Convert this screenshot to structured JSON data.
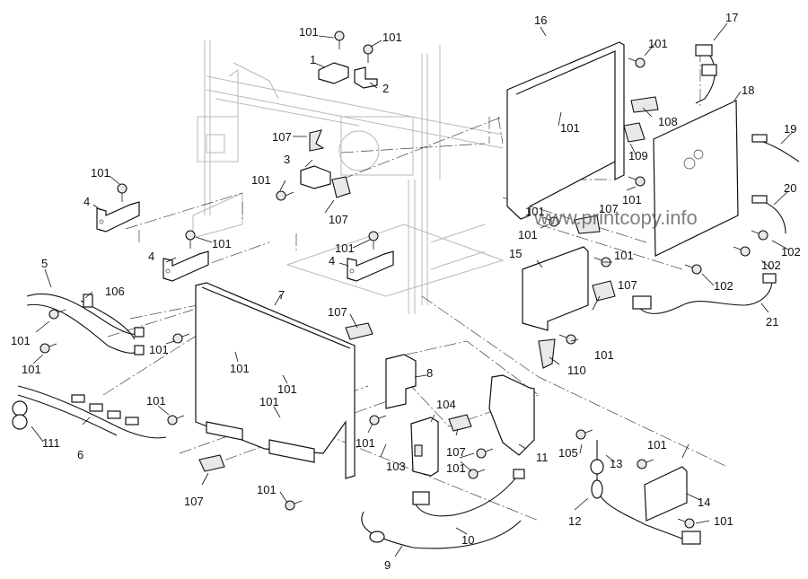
{
  "diagram": {
    "title": "Electrical components exploded parts view",
    "watermark": "www.printcopy.info",
    "callouts": [
      {
        "id": "c1",
        "text": "1"
      },
      {
        "id": "c2",
        "text": "2"
      },
      {
        "id": "c3",
        "text": "3"
      },
      {
        "id": "c4a",
        "text": "4"
      },
      {
        "id": "c4b",
        "text": "4"
      },
      {
        "id": "c4c",
        "text": "4"
      },
      {
        "id": "c5",
        "text": "5"
      },
      {
        "id": "c6",
        "text": "6"
      },
      {
        "id": "c7",
        "text": "7"
      },
      {
        "id": "c8",
        "text": "8"
      },
      {
        "id": "c9",
        "text": "9"
      },
      {
        "id": "c10",
        "text": "10"
      },
      {
        "id": "c11",
        "text": "11"
      },
      {
        "id": "c12",
        "text": "12"
      },
      {
        "id": "c13",
        "text": "13"
      },
      {
        "id": "c14",
        "text": "14"
      },
      {
        "id": "c15",
        "text": "15"
      },
      {
        "id": "c16",
        "text": "16"
      },
      {
        "id": "c17",
        "text": "17"
      },
      {
        "id": "c18",
        "text": "18"
      },
      {
        "id": "c19",
        "text": "19"
      },
      {
        "id": "c20",
        "text": "20"
      },
      {
        "id": "c21",
        "text": "21"
      },
      {
        "id": "s101a",
        "text": "101"
      },
      {
        "id": "s101b",
        "text": "101"
      },
      {
        "id": "s101c",
        "text": "101"
      },
      {
        "id": "s101d",
        "text": "101"
      },
      {
        "id": "s101e",
        "text": "101"
      },
      {
        "id": "s101f",
        "text": "101"
      },
      {
        "id": "s101g",
        "text": "101"
      },
      {
        "id": "s101h",
        "text": "101"
      },
      {
        "id": "s101i",
        "text": "101"
      },
      {
        "id": "s101j",
        "text": "101"
      },
      {
        "id": "s101k",
        "text": "101"
      },
      {
        "id": "s101l",
        "text": "101"
      },
      {
        "id": "s101m",
        "text": "101"
      },
      {
        "id": "s101n",
        "text": "101"
      },
      {
        "id": "s101o",
        "text": "101"
      },
      {
        "id": "s101p",
        "text": "101"
      },
      {
        "id": "s101q",
        "text": "101"
      },
      {
        "id": "s101r",
        "text": "101"
      },
      {
        "id": "s101s",
        "text": "101"
      },
      {
        "id": "s101t",
        "text": "101"
      },
      {
        "id": "s101u",
        "text": "101"
      },
      {
        "id": "s101v",
        "text": "101"
      },
      {
        "id": "s101w",
        "text": "101"
      },
      {
        "id": "s101x",
        "text": "101"
      },
      {
        "id": "s101y",
        "text": "101"
      },
      {
        "id": "s101z",
        "text": "101"
      },
      {
        "id": "s101aa",
        "text": "101"
      },
      {
        "id": "s102a",
        "text": "102"
      },
      {
        "id": "s102b",
        "text": "102"
      },
      {
        "id": "s102c",
        "text": "102"
      },
      {
        "id": "s103",
        "text": "103"
      },
      {
        "id": "s104",
        "text": "104"
      },
      {
        "id": "s105",
        "text": "105"
      },
      {
        "id": "s106",
        "text": "106"
      },
      {
        "id": "s107a",
        "text": "107"
      },
      {
        "id": "s107b",
        "text": "107"
      },
      {
        "id": "s107c",
        "text": "107"
      },
      {
        "id": "s107d",
        "text": "107"
      },
      {
        "id": "s107e",
        "text": "107"
      },
      {
        "id": "s107f",
        "text": "107"
      },
      {
        "id": "s107g",
        "text": "107"
      },
      {
        "id": "s108",
        "text": "108"
      },
      {
        "id": "s109",
        "text": "109"
      },
      {
        "id": "s110",
        "text": "110"
      },
      {
        "id": "s111",
        "text": "111"
      }
    ]
  }
}
